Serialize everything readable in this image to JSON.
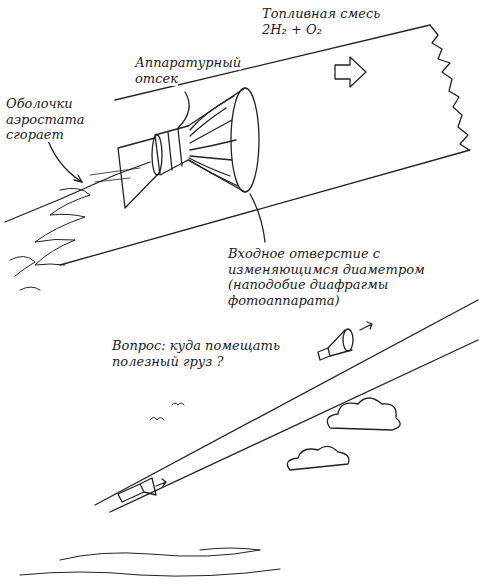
{
  "diagram": {
    "labels": [
      "Топливная смесь 2H₂ + O₂",
      "Аппаратурный отсек",
      "Оболочки аэростата сгорает",
      "Входное отверстие с изменяющимся диаметром (наподобие диафрагмы фотоаппарата)",
      "Вопрос: куда помещать полезный груз ?"
    ]
  }
}
